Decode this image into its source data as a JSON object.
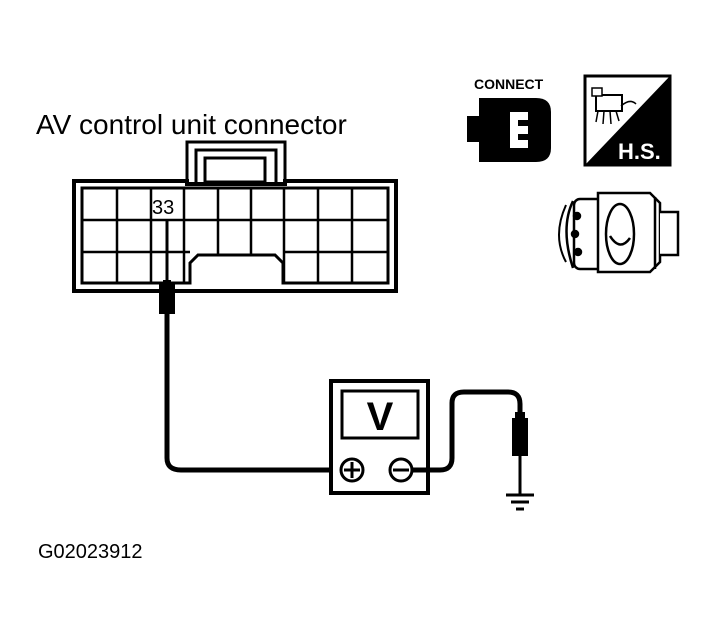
{
  "diagram": {
    "connector_label": "AV control unit connector",
    "pin_number": "33",
    "meter_symbol": "V",
    "connect_icon_text": "CONNECT",
    "hs_icon_text": "H.S.",
    "figure_id": "G02023912"
  },
  "colors": {
    "ink": "#000000",
    "paper": "#ffffff"
  },
  "icons": [
    "connect-icon",
    "harness-side-icon",
    "ignition-key-switch-icon",
    "plus-terminal-icon",
    "minus-terminal-icon",
    "ground-icon"
  ]
}
